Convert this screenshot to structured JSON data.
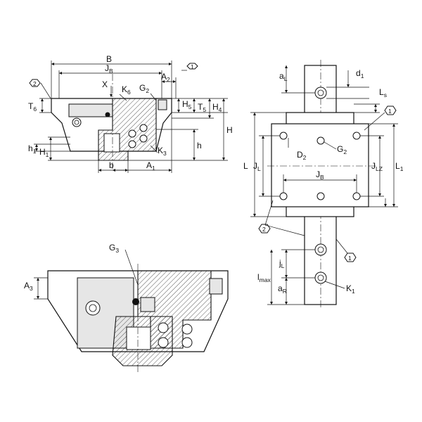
{
  "labels": {
    "B": "B",
    "JB_main": "J",
    "JB_sub": "B",
    "A2_main": "A",
    "A2_sub": "2",
    "X": "X",
    "K6_main": "K",
    "K6_sub": "6",
    "G2_main": "G",
    "G2_sub": "2",
    "T6_main": "T",
    "T6_sub": "6",
    "H5_main": "H",
    "H5_sub": "5",
    "T5_main": "T",
    "T5_sub": "5",
    "H4_main": "H",
    "H4_sub": "4",
    "H": "H",
    "h": "h",
    "h1_main": "h",
    "h1_sub": "1",
    "H1_main": "H",
    "H1_sub": "1",
    "K3_main": "K",
    "K3_sub": "3",
    "b": "b",
    "A1_main": "A",
    "A1_sub": "1",
    "G3_main": "G",
    "G3_sub": "3",
    "A3_main": "A",
    "A3_sub": "3",
    "aL_main": "a",
    "aL_sub": "L",
    "d1_main": "d",
    "d1_sub": "1",
    "Ls_main": "L",
    "Ls_sub": "s",
    "L": "L",
    "JL_main": "J",
    "JL_sub": "L",
    "D2_main": "D",
    "D2_sub": "2",
    "G2r_main": "G",
    "G2r_sub": "2",
    "JBr_main": "J",
    "JBr_sub": "B",
    "JLZ_main": "J",
    "JLZ_sub": "LZ",
    "L1_main": "L",
    "L1_sub": "1",
    "jL_main": "j",
    "jL_sub": "L",
    "lmax_main": "l",
    "lmax_sub": "max",
    "aR_main": "a",
    "aR_sub": "R",
    "K1_main": "K",
    "K1_sub": "1"
  },
  "callouts": {
    "c1_a": "1",
    "c2_a": "2",
    "c1_b": "1",
    "c2_b": "2",
    "c1_c": "1"
  }
}
